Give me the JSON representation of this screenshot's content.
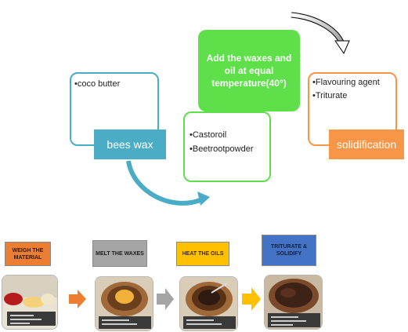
{
  "diagram": {
    "box1": {
      "bullets": [
        "•coco butter"
      ],
      "label": "bees wax"
    },
    "box2": {
      "title": "Add the waxes and oil at equal temperature(40°)",
      "bullets": [
        "•Castoroil",
        "•Beetrootpowder"
      ]
    },
    "box3": {
      "bullets": [
        "•Flavouring agent",
        "•Triturate"
      ],
      "label": "solidification"
    }
  },
  "steps": [
    {
      "label": "WEIGH THE MATERIAL"
    },
    {
      "label": "MELT THE WAXES"
    },
    {
      "label": "HEAT THE OILS"
    },
    {
      "label": "TRITURATE & SOLIDIFY"
    }
  ],
  "colors": {
    "teal": "#4bacc6",
    "green": "#5fe04a",
    "orange": "#f79646",
    "step1": "#ed7d31",
    "step2": "#a5a5a5",
    "step3": "#ffc000",
    "step4": "#4472c4"
  }
}
